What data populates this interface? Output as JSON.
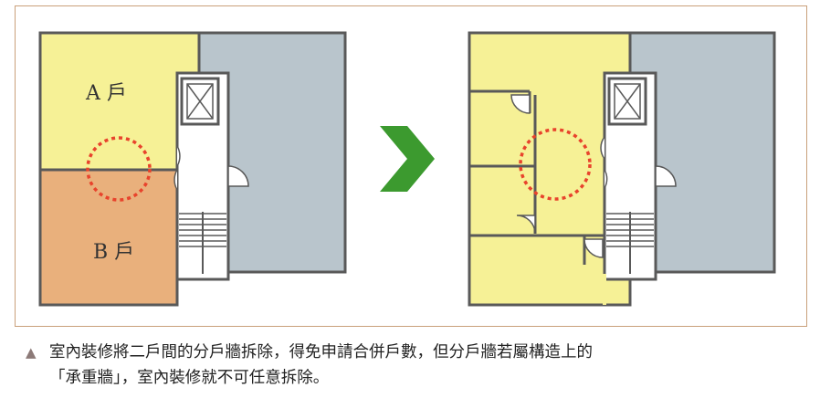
{
  "diagram": {
    "unit_a_label": "A 戶",
    "unit_b_label": "B 戶",
    "colors": {
      "unit_a": "#f6f196",
      "unit_b": "#e9b07c",
      "neighbor": "#b9c5cc",
      "wall": "#595959",
      "dashed_circle": "#e8432c",
      "arrow": "#3c9a2f",
      "frame": "#c9a07a"
    },
    "icons": [
      "elevator-icon",
      "stairs-icon",
      "door-swing-icon",
      "chevron-right-arrow-icon"
    ]
  },
  "caption": {
    "marker": "▲",
    "line1": "室內裝修將二戶間的分戶牆拆除，得免申請合併戶數，但分戶牆若屬構造上的",
    "line2": "「承重牆」，室內裝修就不可任意拆除。"
  }
}
